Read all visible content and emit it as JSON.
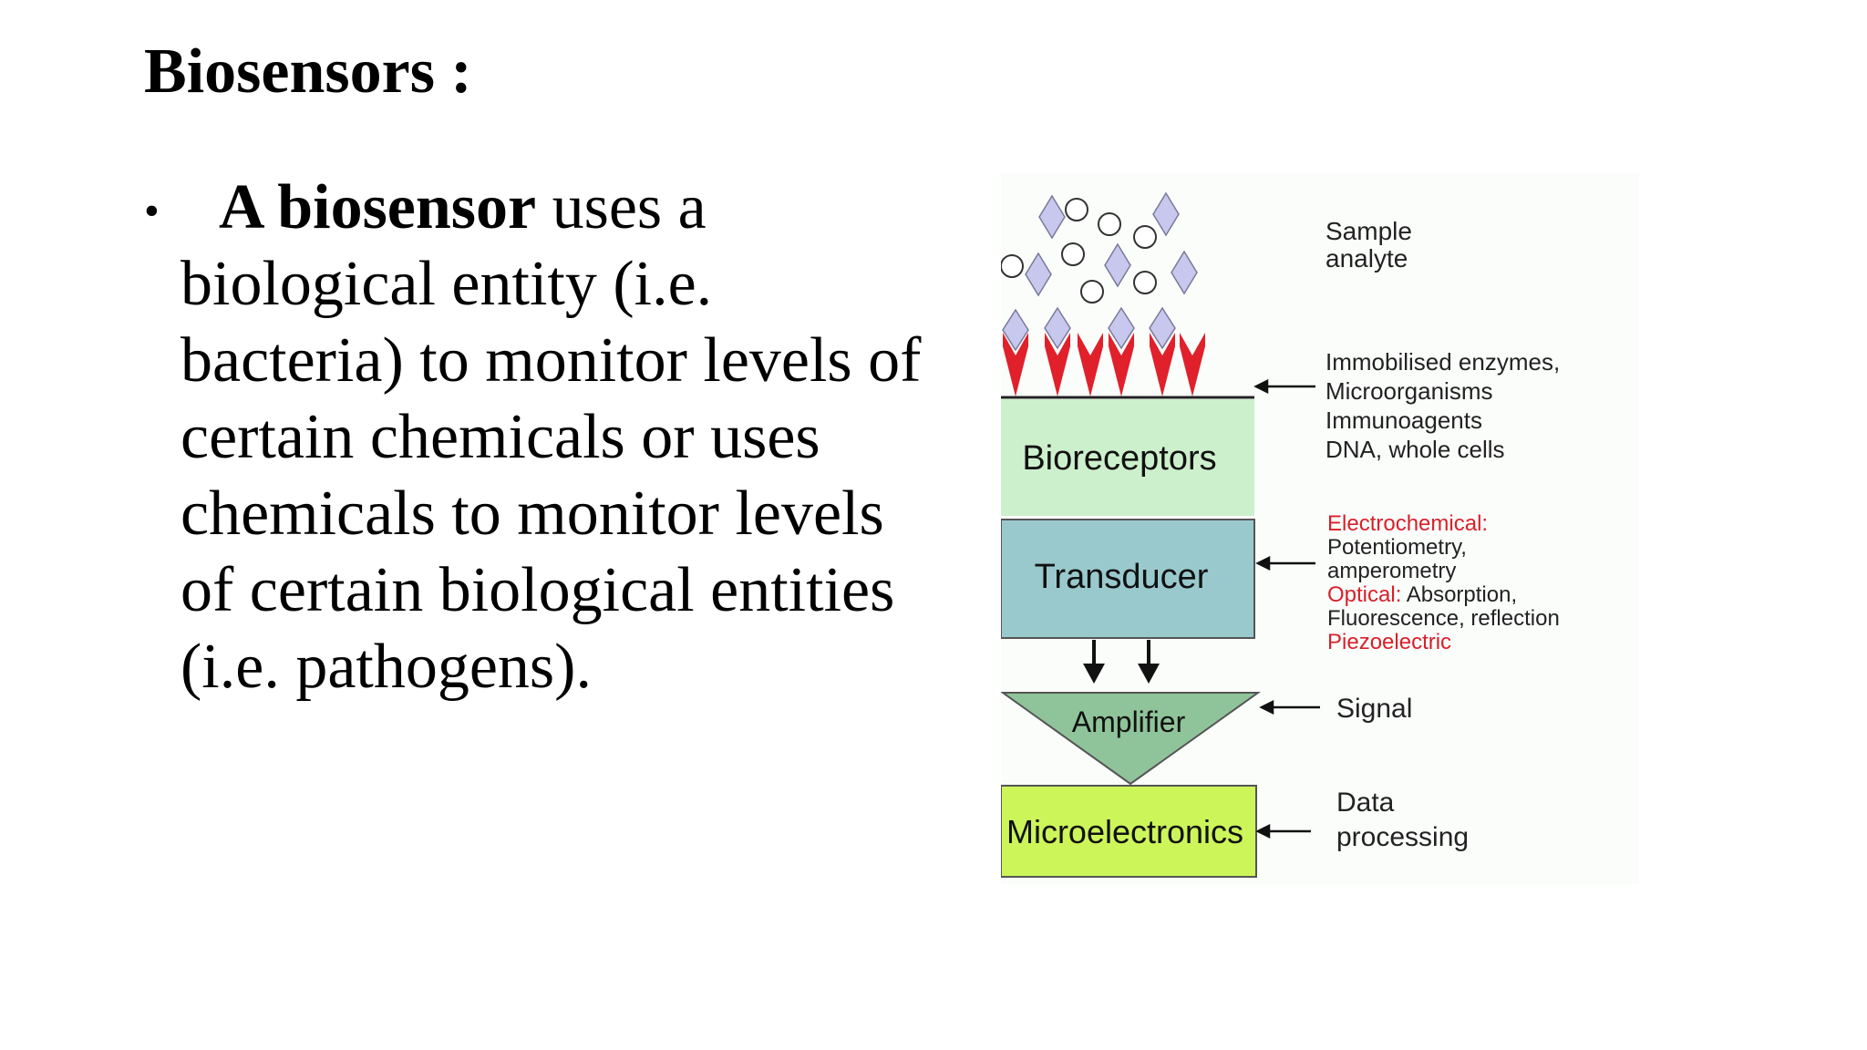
{
  "slide": {
    "title": "Biosensors :",
    "bullet": {
      "lead": "A biosensor",
      "text": " uses a biological entity (i.e. bacteria) to monitor levels of certain chemicals or uses chemicals to monitor levels of certain biological entities (i.e. pathogens)."
    }
  },
  "diagram": {
    "blocks": {
      "bioreceptors": "Bioreceptors",
      "transducer": "Transducer",
      "amplifier": "Amplifier",
      "microelectronics": "Microelectronics"
    },
    "labels": {
      "sample_line1": "Sample",
      "sample_line2": "analyte",
      "bio_line1": "Immobilised enzymes,",
      "bio_line2": "Microorganisms",
      "bio_line3": "Immunoagents",
      "bio_line4": "DNA, whole cells",
      "trans_line1": "Electrochemical:",
      "trans_line2": "Potentiometry,",
      "trans_line3": "amperometry",
      "trans_line4a": "Optical:",
      "trans_line4b": " Absorption,",
      "trans_line5": "Fluorescence, reflection",
      "trans_line6": "Piezoelectric",
      "signal": "Signal",
      "data_line1": "Data",
      "data_line2": "processing"
    },
    "colors": {
      "bioreceptors_fill": "#ccf0cc",
      "transducer_fill": "#99c9cd",
      "amplifier_fill": "#8fc49a",
      "microelectronics_fill": "#ccf55a",
      "receptor_red": "#e0202a",
      "analyte_fill": "#c8c8ee",
      "highlight_red": "#d8202a"
    },
    "icons": [
      "diamond-analyte-icon",
      "circle-analyte-icon",
      "v-receptor-icon",
      "arrow-left-icon",
      "arrow-down-icon"
    ]
  }
}
